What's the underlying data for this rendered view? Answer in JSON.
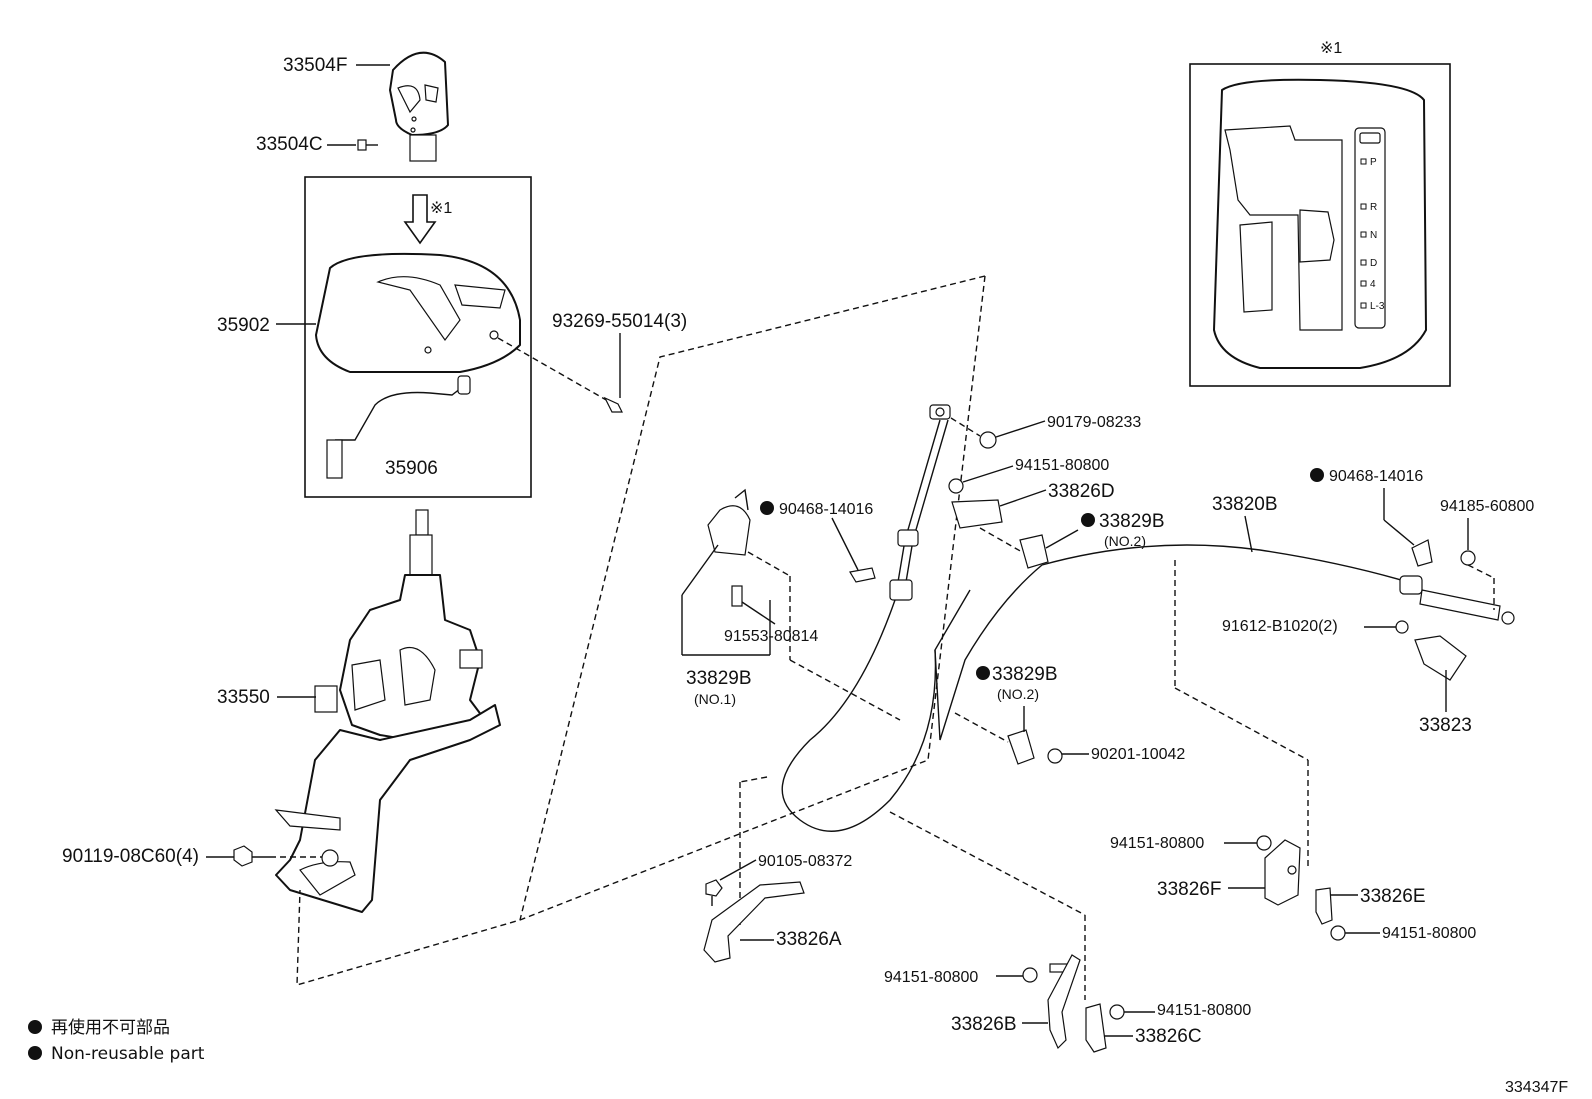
{
  "labels": {
    "p33504F": "33504F",
    "p33504C": "33504C",
    "mark_box": "※1",
    "p35902": "35902",
    "p35906": "35906",
    "p93269": "93269-55014(3)",
    "p33550": "33550",
    "p90119": "90119-08C60(4)",
    "p90179": "90179-08233",
    "p94151_a": "94151-80800",
    "p33826D": "33826D",
    "p90468_a": "90468-14016",
    "p33829B_a": "33829B",
    "no2_a": "(NO.2)",
    "p33820B": "33820B",
    "p90468_b": "90468-14016",
    "p94185": "94185-60800",
    "p91553": "91553-80814",
    "p33829B_no1": "33829B",
    "no1": "(NO.1)",
    "p91612": "91612-B1020(2)",
    "p33829B_b": "33829B",
    "no2_b": "(NO.2)",
    "p33823": "33823",
    "p90201": "90201-10042",
    "p94151_b": "94151-80800",
    "p33826F": "33826F",
    "p33826E": "33826E",
    "p94151_c": "94151-80800",
    "p90105": "90105-08372",
    "p33826A": "33826A",
    "p94151_d": "94151-80800",
    "p94151_e": "94151-80800",
    "p33826B": "33826B",
    "p33826C": "33826C",
    "inset_mark": "※1",
    "diagram_id": "334347F"
  },
  "gear_positions": [
    "P",
    "R",
    "N",
    "D",
    "4",
    "L-3"
  ],
  "legend": [
    {
      "text": "再使用不可部品"
    },
    {
      "text": "Non-reusable part"
    }
  ],
  "colors": {
    "ink": "#111111",
    "background": "#ffffff"
  }
}
